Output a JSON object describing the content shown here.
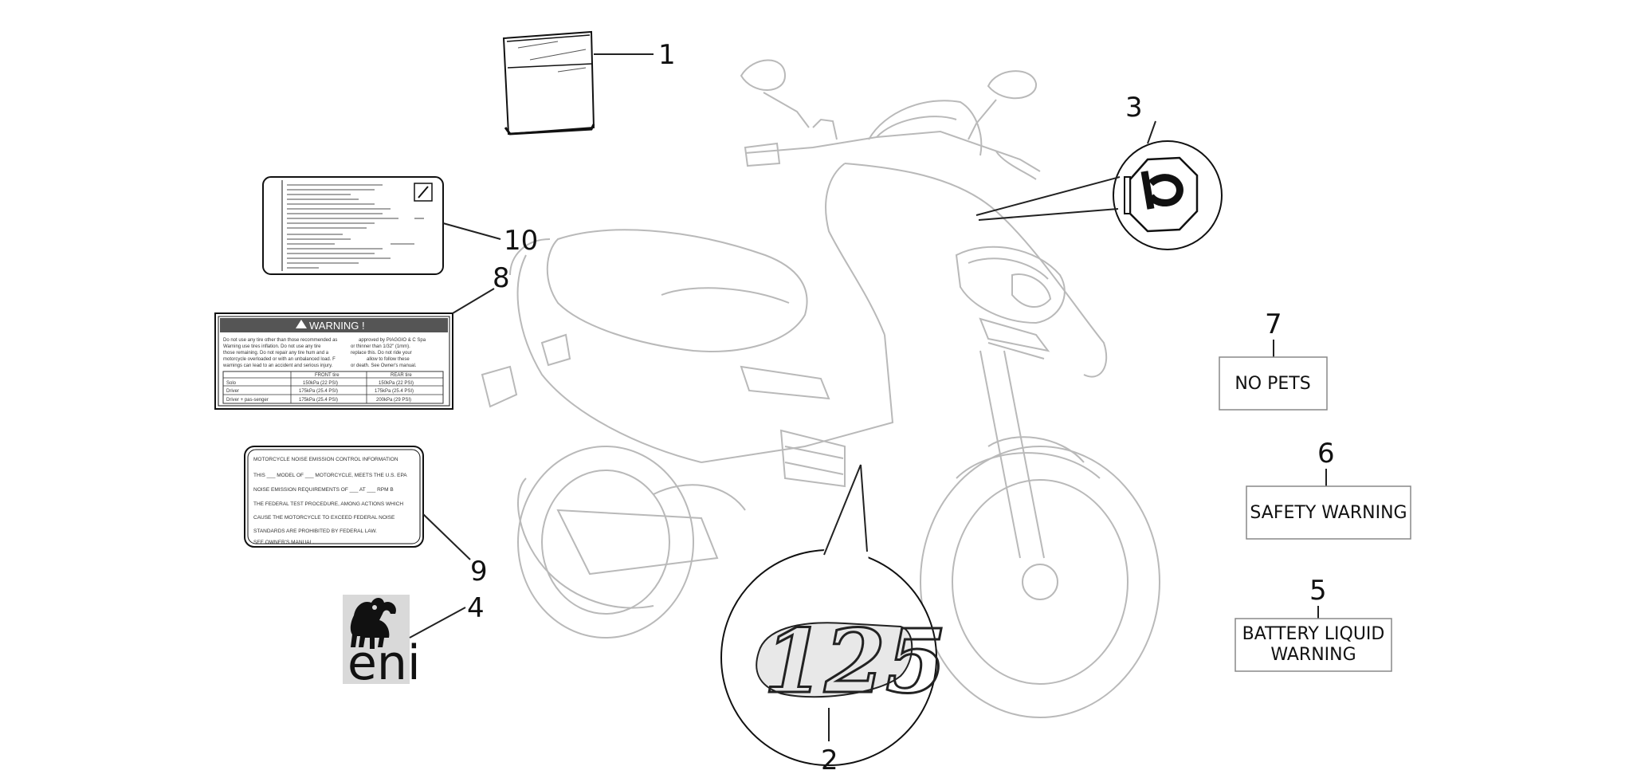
{
  "callouts": {
    "n1": "1",
    "n2": "2",
    "n3": "3",
    "n4": "4",
    "n5": "5",
    "n6": "6",
    "n7": "7",
    "n8": "8",
    "n9": "9",
    "n10": "10"
  },
  "boxes": {
    "no_pets": "NO PETS",
    "safety_warning": "SAFETY WARNING",
    "battery_line1": "BATTERY LIQUID",
    "battery_line2": "WARNING"
  },
  "warning_label": {
    "title": "WARNING !",
    "left_text": [
      "Do not use any tire other than those recommended as",
      "Warning use tires inflation. Do not use any tire",
      "those remaining. Do not repair any tire hum and a",
      "motorcycle overloaded or with an unbalanced load. F",
      "warnings can lead to an accident and serious injury."
    ],
    "right_text": [
      "approved by PIAGGIO & C Spa",
      "or thinner than 1/32\" (1mm).",
      "replace this. Do not ride your",
      "allow to follow these",
      "or death. See Owner's manual."
    ],
    "table_headers": [
      "FRONT tire",
      "REAR tire"
    ],
    "rows": [
      [
        "Solo",
        "150kPa (22 PSI)",
        "150kPa (22 PSI)"
      ],
      [
        "Driver",
        "175kPa (25.4 PSI)",
        "175kPa (25.4 PSI)"
      ],
      [
        "Driver + pas-senger",
        "175kPa (25.4 PSI)",
        "200kPa (29 PSI)"
      ]
    ]
  },
  "emission_label": {
    "lines": [
      "MOTORCYCLE NOISE EMISSION CONTROL INFORMATION",
      "THIS ___ MODEL OF ___ MOTORCYCLE, MEETS THE U.S. EPA",
      "NOISE EMISSION REQUIREMENTS OF ___ AT ___ RPM B",
      "THE FEDERAL TEST PROCEDURE, AMONG ACTIONS WHICH",
      "CAUSE THE MOTORCYCLE TO EXCEED FEDERAL NOISE",
      "STANDARDS ARE PROHIBITED BY FEDERAL LAW.",
      "SEE OWNER'S MANUAL."
    ]
  },
  "eni_logo": {
    "text": "eni"
  },
  "emblem": {
    "text": "125"
  }
}
